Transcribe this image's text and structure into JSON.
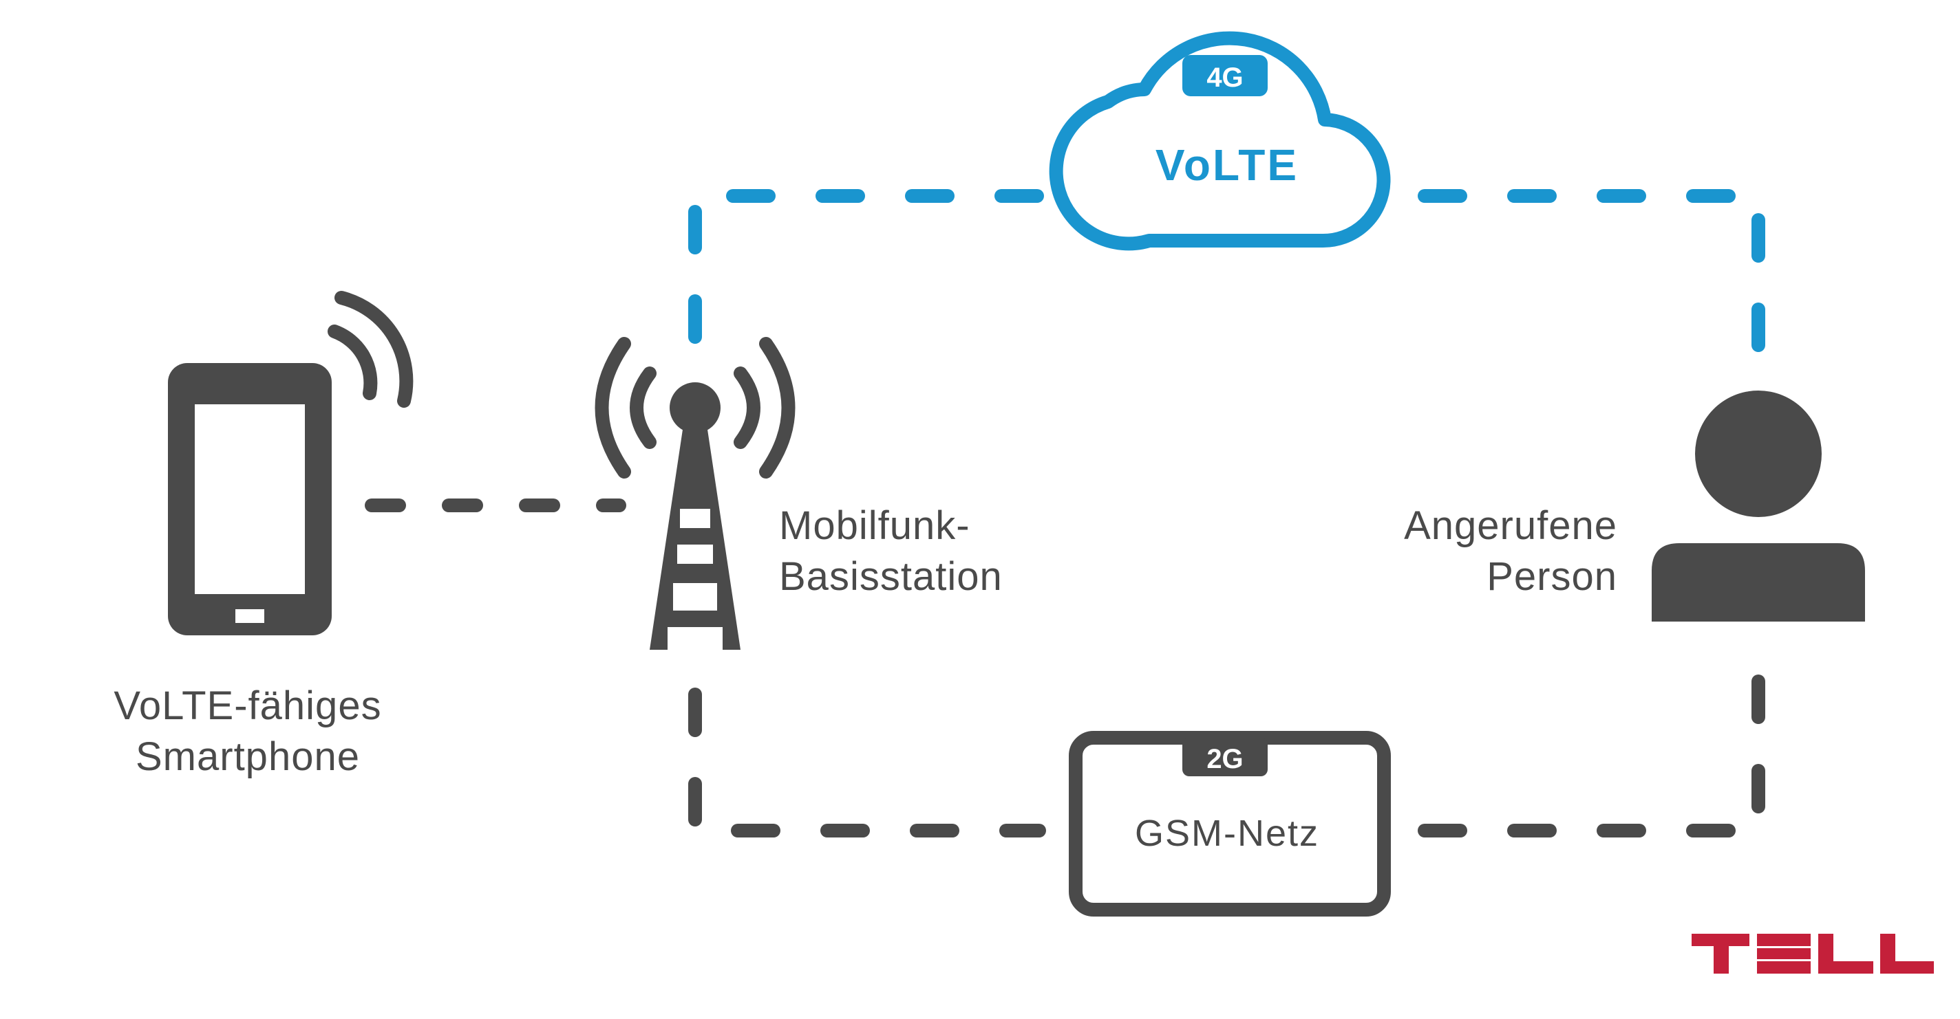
{
  "colors": {
    "gray": "#4a4a4a",
    "blue": "#1a95cf",
    "brand_red": "#c4203a",
    "background": "#ffffff"
  },
  "nodes": {
    "smartphone": {
      "icon": "smartphone-icon",
      "line1": "VoLTE-fähiges",
      "line2": "Smartphone"
    },
    "tower": {
      "icon": "cell-tower-icon",
      "line1": "Mobilfunk-",
      "line2": "Basisstation"
    },
    "person": {
      "icon": "person-icon",
      "line1": "Angerufene",
      "line2": "Person"
    },
    "volte_cloud": {
      "icon": "cloud-icon",
      "badge": "4G",
      "label": "VoLTE"
    },
    "gsm_box": {
      "badge": "2G",
      "label": "GSM-Netz"
    }
  },
  "logo": {
    "text": "TELL"
  }
}
